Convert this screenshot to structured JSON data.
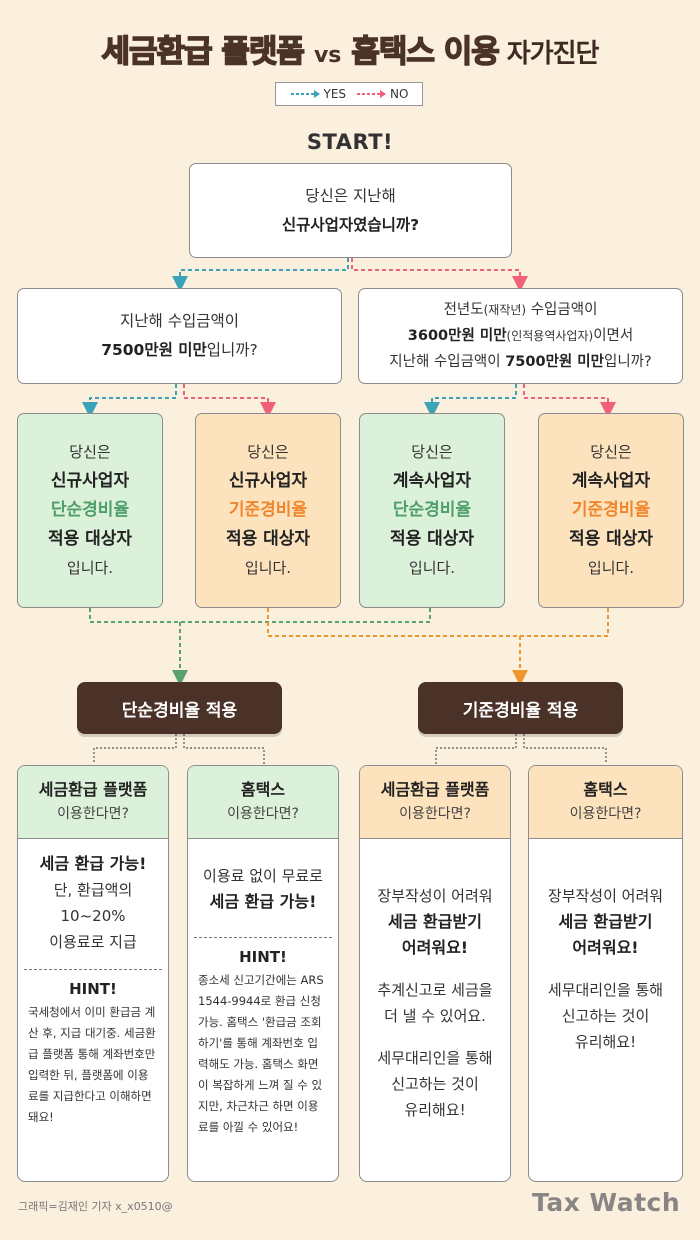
{
  "title": {
    "part1": "세금환급 플랫폼",
    "vs": "vs",
    "part2": "홈택스 이용",
    "part3": "자가진단"
  },
  "legend": {
    "yes": "YES",
    "no": "NO",
    "yes_color": "#3aa3b8",
    "no_color": "#f0607a"
  },
  "start": "START!",
  "q1": {
    "line1": "당신은 지난해",
    "line2": "신규사업자였습니까?"
  },
  "q2a": {
    "line1": "지난해 수입금액이",
    "line2_bold": "7500만원 미만",
    "line2_rest": "입니까?"
  },
  "q2b": {
    "line1_a": "전년도",
    "line1_small": "(재작년)",
    "line1_b": " 수입금액이",
    "line2_bold": "3600만원 미만",
    "line2_small": "(인적용역사업자)",
    "line2_rest": "이면서",
    "line3_a": "지난해 수입금액이 ",
    "line3_bold": "7500만원 미만",
    "line3_rest": "입니까?"
  },
  "results": [
    {
      "l1": "당신은",
      "l2": "신규사업자",
      "l3": "단순경비율",
      "l4": "적용 대상자",
      "l5": "입니다."
    },
    {
      "l1": "당신은",
      "l2": "신규사업자",
      "l3": "기준경비율",
      "l4": "적용 대상자",
      "l5": "입니다."
    },
    {
      "l1": "당신은",
      "l2": "계속사업자",
      "l3": "단순경비율",
      "l4": "적용 대상자",
      "l5": "입니다."
    },
    {
      "l1": "당신은",
      "l2": "계속사업자",
      "l3": "기준경비율",
      "l4": "적용 대상자",
      "l5": "입니다."
    }
  ],
  "apply": {
    "simple": "단순경비율 적용",
    "standard": "기준경비율 적용"
  },
  "panels": {
    "p1": {
      "title": "세금환급 플랫폼",
      "sub": "이용한다면?",
      "m1": "세금 환급 가능!",
      "m2": "단, 환급액의 10~20%",
      "m3": "이용료로 지급",
      "hint": "HINT!",
      "hint_text": "국세청에서 이미 환급금 계산 후, 지급 대기중. 세금환급 플랫폼 통해 계좌번호만 입력한 뒤, 플랫폼에 이용료를 지급한다고 이해하면 돼요!"
    },
    "p2": {
      "title": "홈택스",
      "sub": "이용한다면?",
      "m1": "이용료 없이 무료로",
      "m2": "세금 환급 가능!",
      "hint": "HINT!",
      "hint_text": "종소세 신고기간에는 ARS 1544-9944로 환급 신청 가능. 홈택스 '환급금 조회하기'를 통해 계좌번호 입력해도 가능. 홈택스 화면이 복잡하게 느껴 질 수 있지만, 차근차근 하면 이용료를 아낄 수 있어요!"
    },
    "p3": {
      "title": "세금환급 플랫폼",
      "sub": "이용한다면?",
      "a1": "장부작성이 어려워",
      "a2": "세금 환급받기",
      "a3": "어려워요!",
      "b1": "추계신고로 세금을",
      "b2": "더 낼 수 있어요.",
      "c1": "세무대리인을 통해",
      "c2": "신고하는 것이",
      "c3": "유리해요!"
    },
    "p4": {
      "title": "홈택스",
      "sub": "이용한다면?",
      "a1": "장부작성이 어려워",
      "a2": "세금 환급받기",
      "a3": "어려워요!",
      "c1": "세무대리인을 통해",
      "c2": "신고하는 것이",
      "c3": "유리해요!"
    }
  },
  "credit": "그래픽=김재인 기자 x_x0510@",
  "brand": "Tax Watch"
}
